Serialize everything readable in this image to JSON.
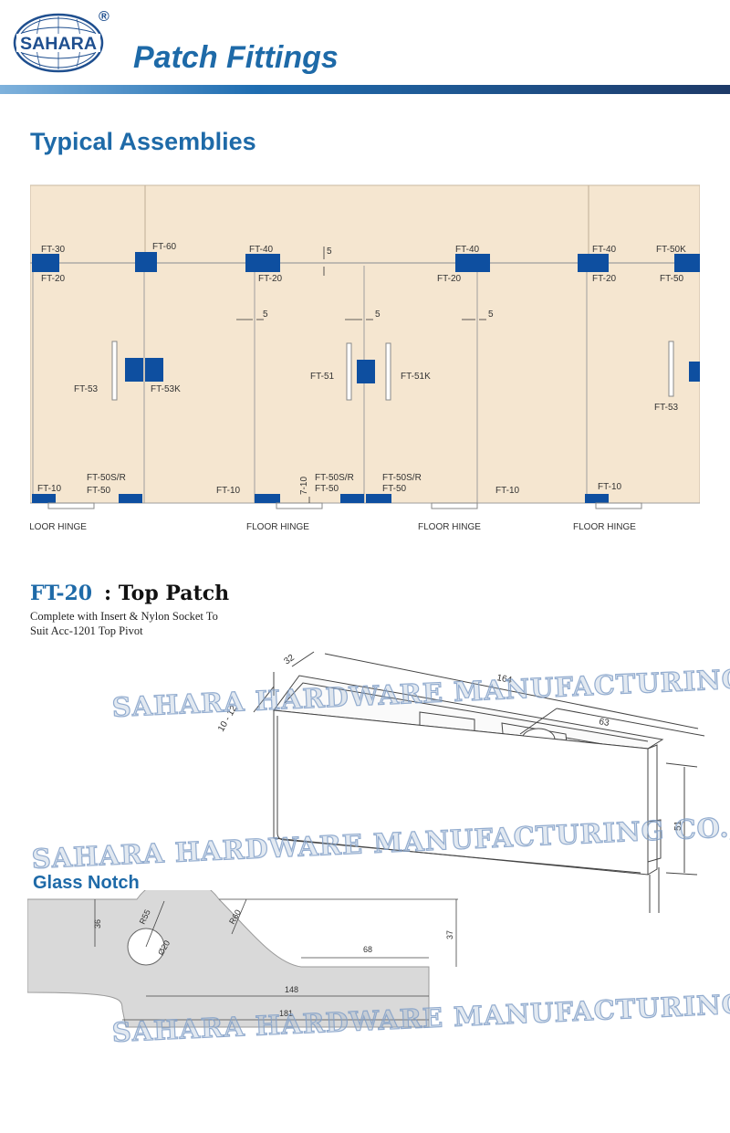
{
  "brand": {
    "logo_text": "SAHARA",
    "registered": "®"
  },
  "header": {
    "title": "Patch Fittings"
  },
  "assemblies": {
    "title": "Typical Assemblies",
    "labels_top": [
      "FT-30",
      "FT-20",
      "FT-60",
      "FT-40",
      "FT-20",
      "5",
      "FT-40",
      "FT-20",
      "FT-40",
      "FT-20",
      "FT-50K",
      "FT-50"
    ],
    "labels_mid": [
      "5",
      "5",
      "5",
      "FT-53",
      "FT-53K",
      "FT-51",
      "FT-51K",
      "FT-53"
    ],
    "labels_bottom": [
      "FT-10",
      "FT-50S/R",
      "FT-50",
      "FT-10",
      "7-10",
      "FT-50S/R",
      "FT-50",
      "FT-50S/R",
      "FT-50",
      "FT-10",
      "FT-10"
    ],
    "floor_hinge": [
      "FLOOR HINGE",
      "FLOOR HINGE",
      "FLOOR HINGE",
      "FLOOR HINGE"
    ]
  },
  "ft20": {
    "code": "FT-20",
    "separator": ":",
    "name": "Top Patch",
    "desc_line1": "Complete with Insert & Nylon Socket To",
    "desc_line2": "Suit Acc-1201 Top Pivot",
    "dims": {
      "width": "32",
      "length": "164",
      "glass": "10 - 12",
      "offset": "63",
      "height": "51"
    }
  },
  "glass_notch": {
    "title": "Glass Notch",
    "dims": {
      "h36": "36",
      "r55": "R55",
      "r60": "R60",
      "d20": "Ø20",
      "h37": "37",
      "l68": "68",
      "l148": "148",
      "l181": "181"
    }
  },
  "watermark": "SAHARA HARDWARE MANUFACTURING CO.,Ltd",
  "colors": {
    "accent": "#1e6aa8",
    "panel": "#f5e6d0",
    "fitting": "#0e4fa0"
  }
}
